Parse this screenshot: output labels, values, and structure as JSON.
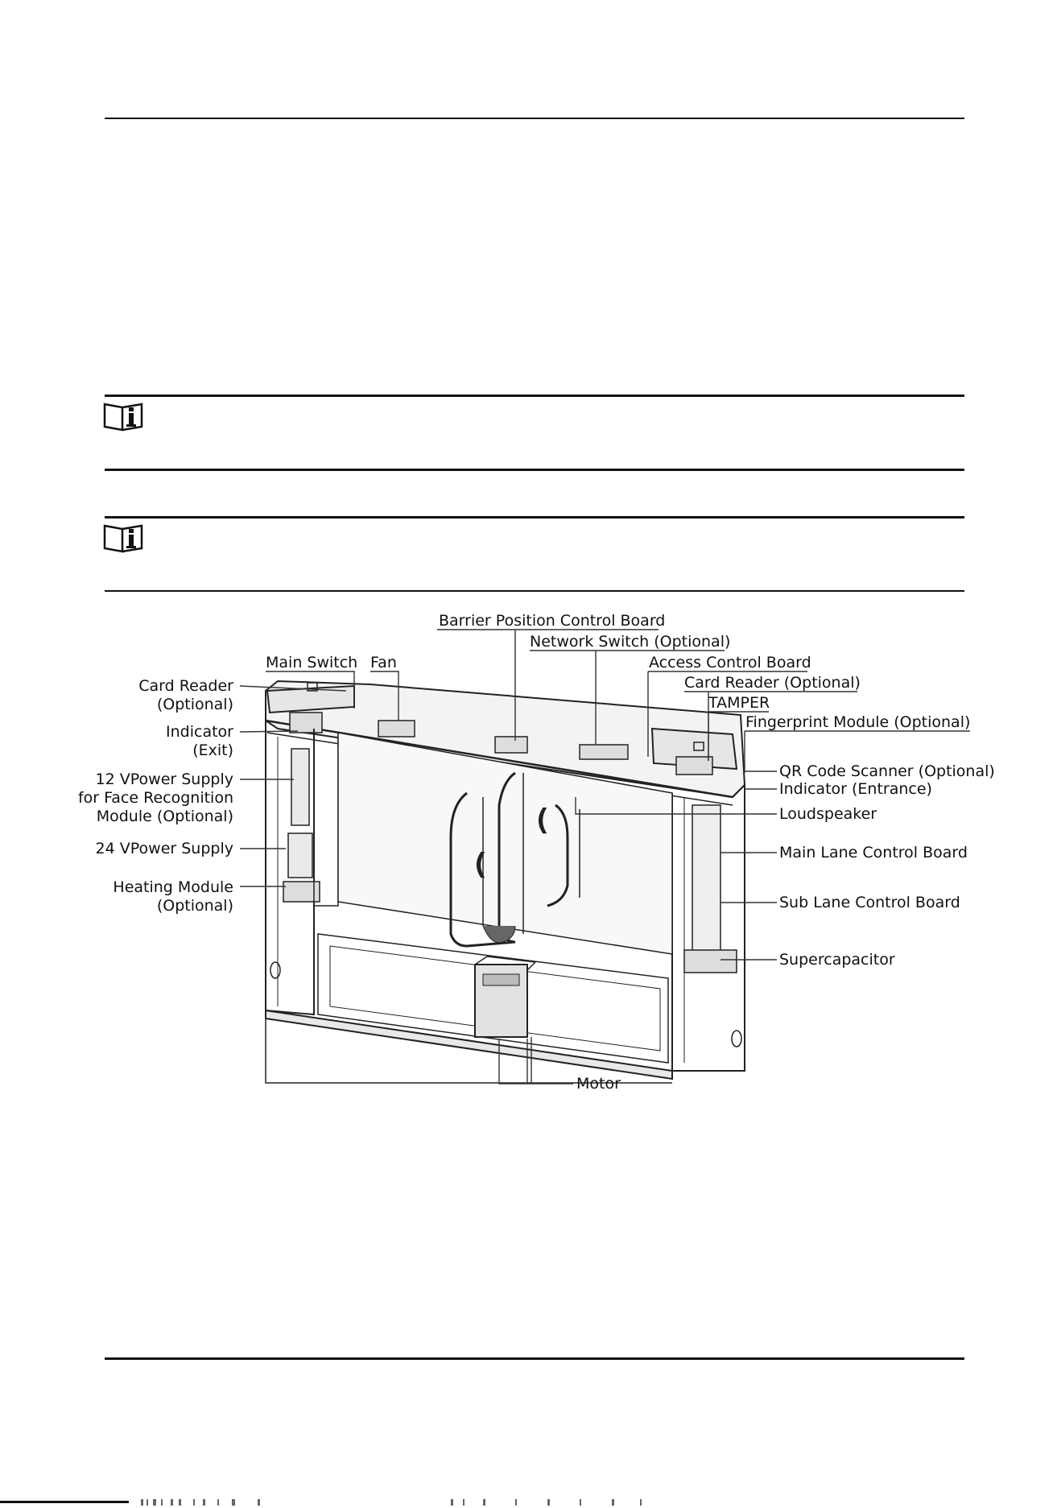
{
  "labels": {
    "barrier_position_control_board": "Barrier Position Control Board",
    "network_switch": "Network Switch (Optional)",
    "main_switch": "Main Switch",
    "fan": "Fan",
    "access_control_board": "Access Control Board",
    "card_reader_right": "Card Reader (Optional)",
    "tamper": "TAMPER",
    "fingerprint_module": "Fingerprint Module (Optional)",
    "qr_code_scanner": "QR Code Scanner (Optional)",
    "indicator_entrance": "Indicator (Entrance)",
    "loudspeaker": "Loudspeaker",
    "main_lane_control_board": "Main Lane Control Board",
    "sub_lane_control_board": "Sub Lane Control Board",
    "supercapacitor": "Supercapacitor",
    "motor": "Motor",
    "card_reader_left_1": "Card Reader",
    "card_reader_left_2": "(Optional)",
    "indicator_exit_1": "Indicator",
    "indicator_exit_2": "(Exit)",
    "power_12v_1": "12 VPower Supply",
    "power_12v_2": "for Face Recognition",
    "power_12v_3": "Module (Optional)",
    "power_24v": "24 VPower Supply",
    "heating_module_1": "Heating Module",
    "heating_module_2": "(Optional)"
  },
  "icons": {
    "note": "note-info-icon"
  }
}
